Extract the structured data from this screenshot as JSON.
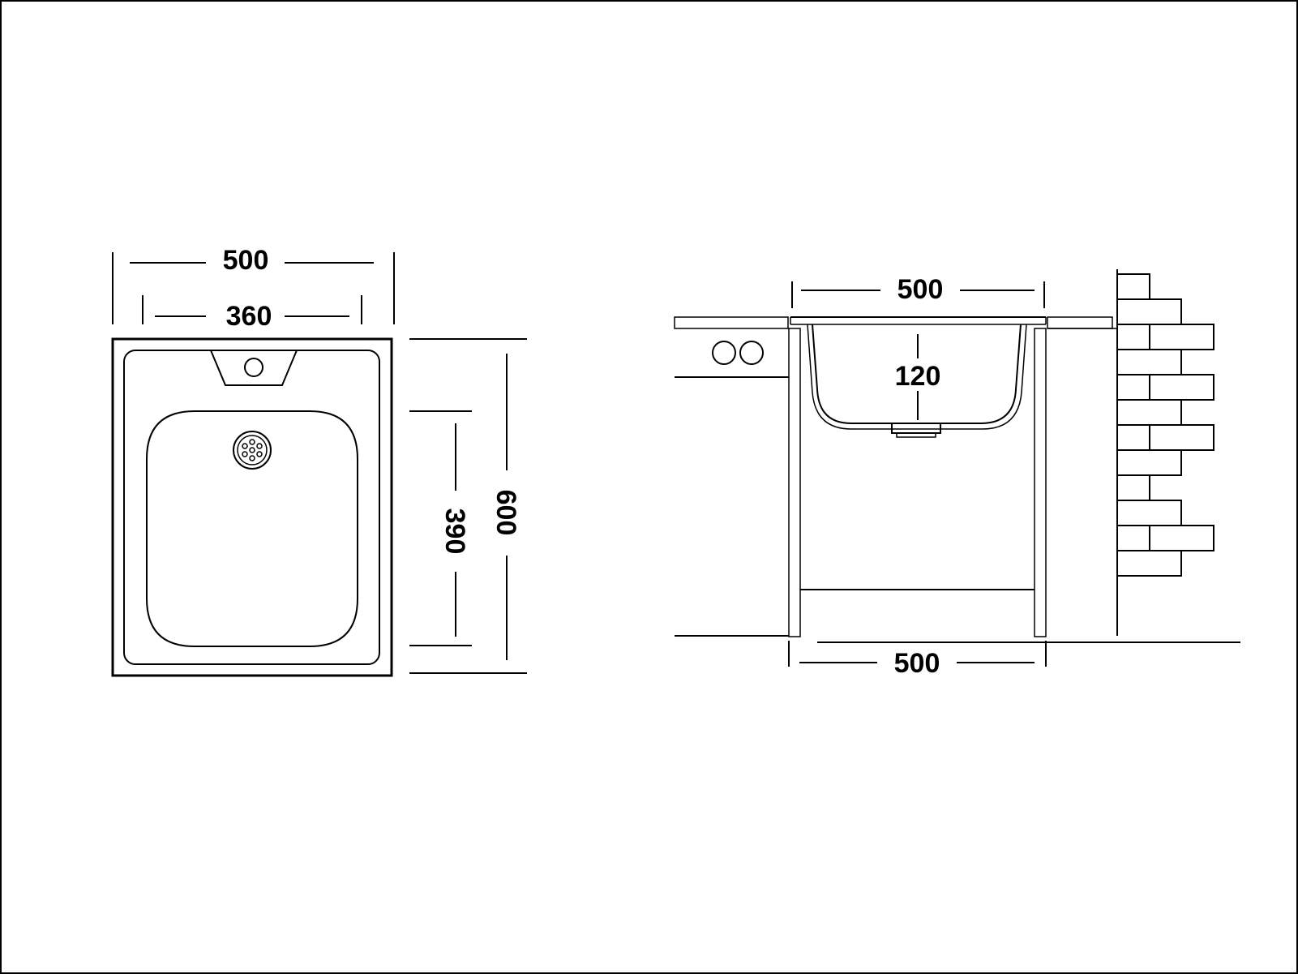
{
  "colors": {
    "line": "#000000",
    "background": "#ffffff"
  },
  "top_view": {
    "overall_width": "500",
    "bowl_width": "360",
    "bowl_length": "390",
    "overall_length": "600"
  },
  "section_view": {
    "sink_width": "500",
    "bowl_depth": "120",
    "cabinet_width": "500"
  }
}
